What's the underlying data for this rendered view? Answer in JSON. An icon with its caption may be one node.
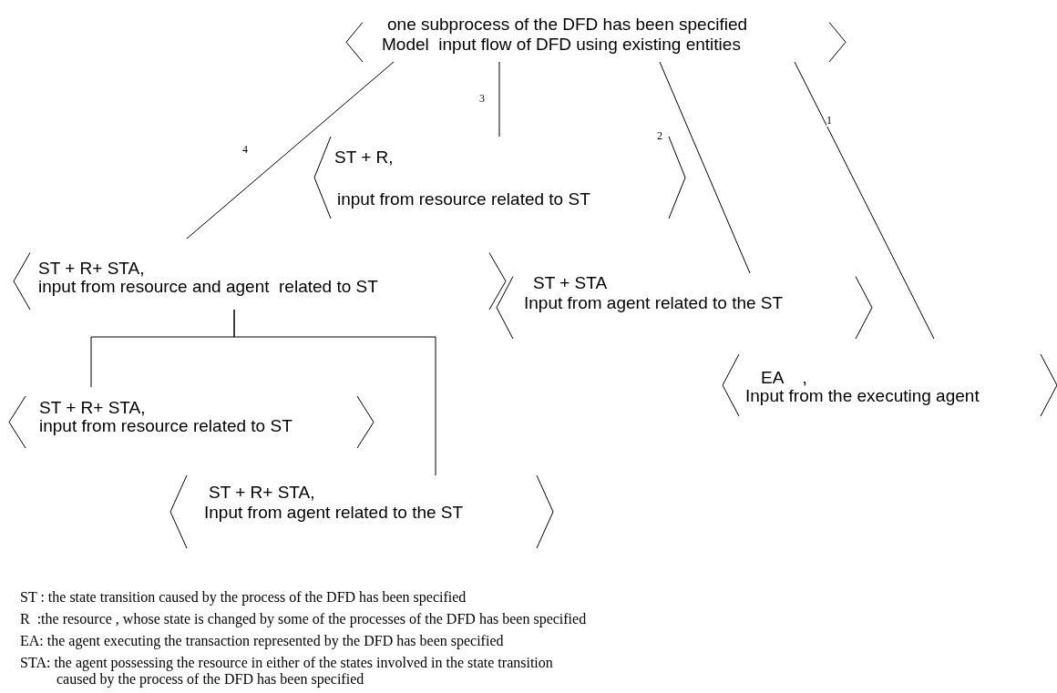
{
  "diagram": {
    "nodes": [
      {
        "text": [
          "one subprocess of the DFD has been specified",
          "Model  input flow of DFD using existing entities"
        ]
      },
      {
        "text": [
          "ST + R,",
          "input from resource related to ST"
        ]
      },
      {
        "text": [
          "ST + R+ STA,",
          "input from resource and agent  related to ST"
        ]
      },
      {
        "text": [
          "ST + STA",
          "Input from agent related to the ST"
        ]
      },
      {
        "text": [
          "EA    ,",
          "Input from the executing agent"
        ]
      },
      {
        "text": [
          "ST + R+ STA,",
          "input from resource related to ST"
        ]
      },
      {
        "text": [
          "ST + R+ STA,",
          "Input from agent related to the ST"
        ]
      }
    ],
    "edges": [
      {
        "from": 0,
        "to": 2,
        "arrow": "none",
        "label": "4"
      },
      {
        "from": 0,
        "to": 1,
        "arrow": "none",
        "label": "3"
      },
      {
        "from": 0,
        "to": 3,
        "arrow": "none",
        "label": "2"
      },
      {
        "from": 0,
        "to": 4,
        "arrow": "none",
        "label": "1"
      },
      {
        "from": 2,
        "to": 5,
        "arrow": "none"
      },
      {
        "from": 2,
        "to": 6,
        "arrow": "none"
      }
    ],
    "labels": [
      "ST : the state transition caused by the process of the DFD has been specified",
      "R  :the resource , whose state is changed by some of the processes of the DFD has been specified",
      "EA: the agent executing the transaction represented by the DFD has been specified",
      "STA: the agent possessing the resource in either of the states involved in the state transition caused by the process of the DFD has been specified"
    ]
  }
}
